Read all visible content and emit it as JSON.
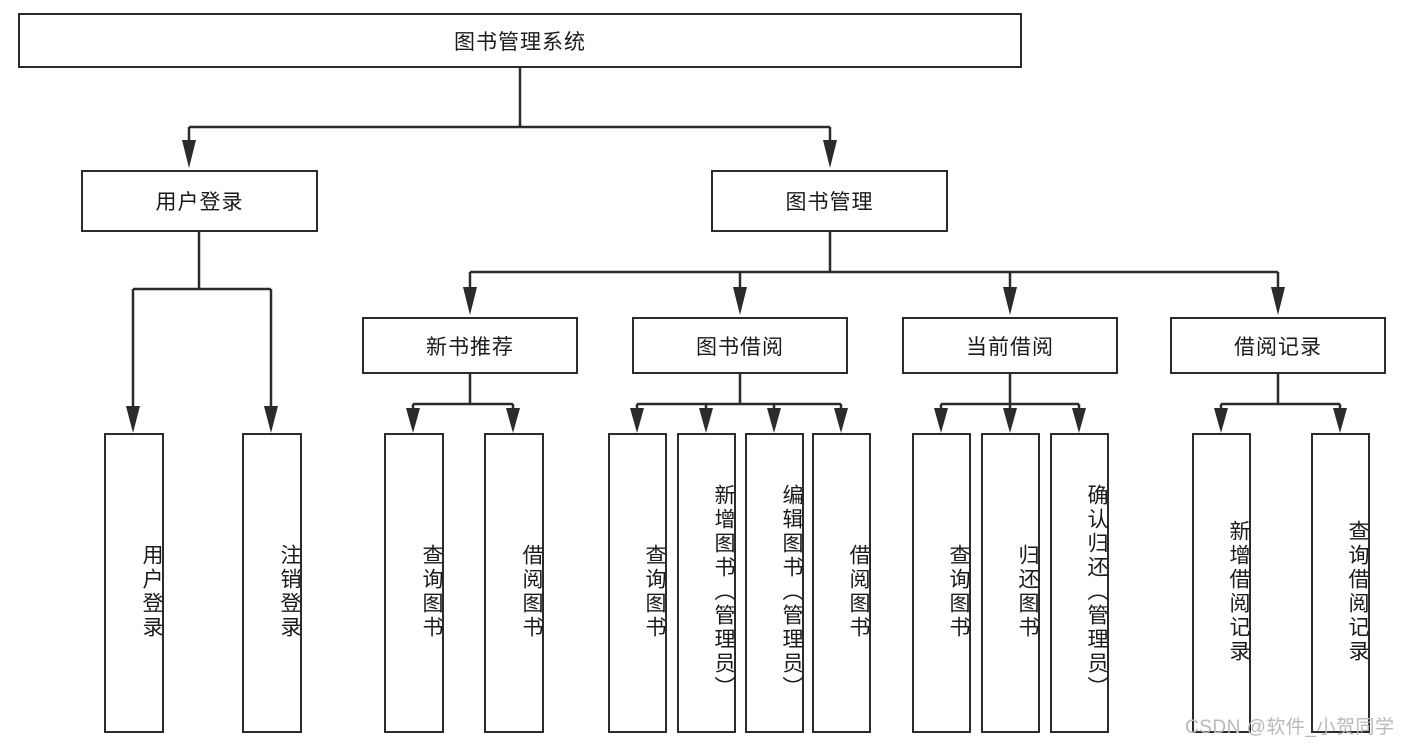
{
  "diagram": {
    "title": "图书管理系统",
    "type": "hierarchy-tree",
    "root": {
      "label": "图书管理系统"
    },
    "level2": [
      {
        "label": "用户登录"
      },
      {
        "label": "图书管理"
      }
    ],
    "level3": [
      {
        "label": "新书推荐"
      },
      {
        "label": "图书借阅"
      },
      {
        "label": "当前借阅"
      },
      {
        "label": "借阅记录"
      }
    ],
    "leaves": {
      "user_login": [
        {
          "label": "用户登录"
        },
        {
          "label": "注销登录"
        }
      ],
      "new_book_recommend": [
        {
          "label": "查询图书"
        },
        {
          "label": "借阅图书"
        }
      ],
      "book_borrow": [
        {
          "label": "查询图书"
        },
        {
          "label": "新增图书（管理员）"
        },
        {
          "label": "编辑图书（管理员）"
        },
        {
          "label": "借阅图书"
        }
      ],
      "current_borrow": [
        {
          "label": "查询图书"
        },
        {
          "label": "归还图书"
        },
        {
          "label": "确认归还（管理员）"
        }
      ],
      "borrow_record": [
        {
          "label": "新增借阅记录"
        },
        {
          "label": "查询借阅记录"
        }
      ]
    }
  },
  "watermark": {
    "text": "CSDN @软件_小贺同学"
  },
  "colors": {
    "border": "#2b2b2b",
    "text": "#1a1a1a",
    "background": "#ffffff",
    "link": "#2b2b2b",
    "watermark": "#b9b9b9"
  }
}
